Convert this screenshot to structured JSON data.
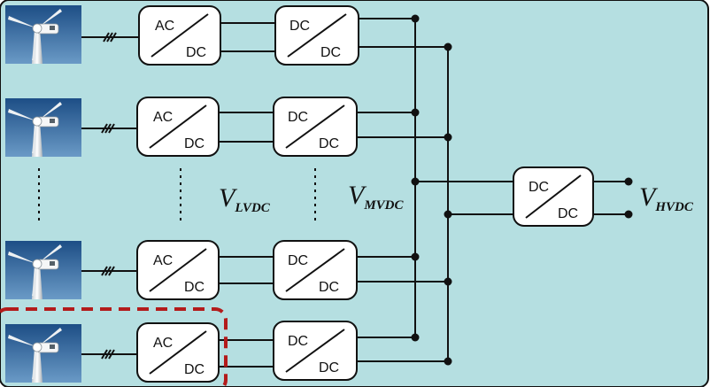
{
  "colors": {
    "background": "#b5dfe1",
    "box_fill": "#ffffff",
    "highlight": "#b31b1b",
    "wire": "#111111"
  },
  "converters": {
    "acdc": {
      "top": "AC",
      "bottom": "DC"
    },
    "dcdc": {
      "top": "DC",
      "bottom": "DC"
    }
  },
  "labels": {
    "lvdc": {
      "main": "V",
      "sub": "LVDC"
    },
    "mvdc": {
      "main": "V",
      "sub": "MVDC"
    },
    "hvdc": {
      "main": "V",
      "sub": "HVDC"
    }
  },
  "icons": {
    "turbine": "wind-turbine-icon",
    "cable": "three-phase-cable-icon"
  }
}
